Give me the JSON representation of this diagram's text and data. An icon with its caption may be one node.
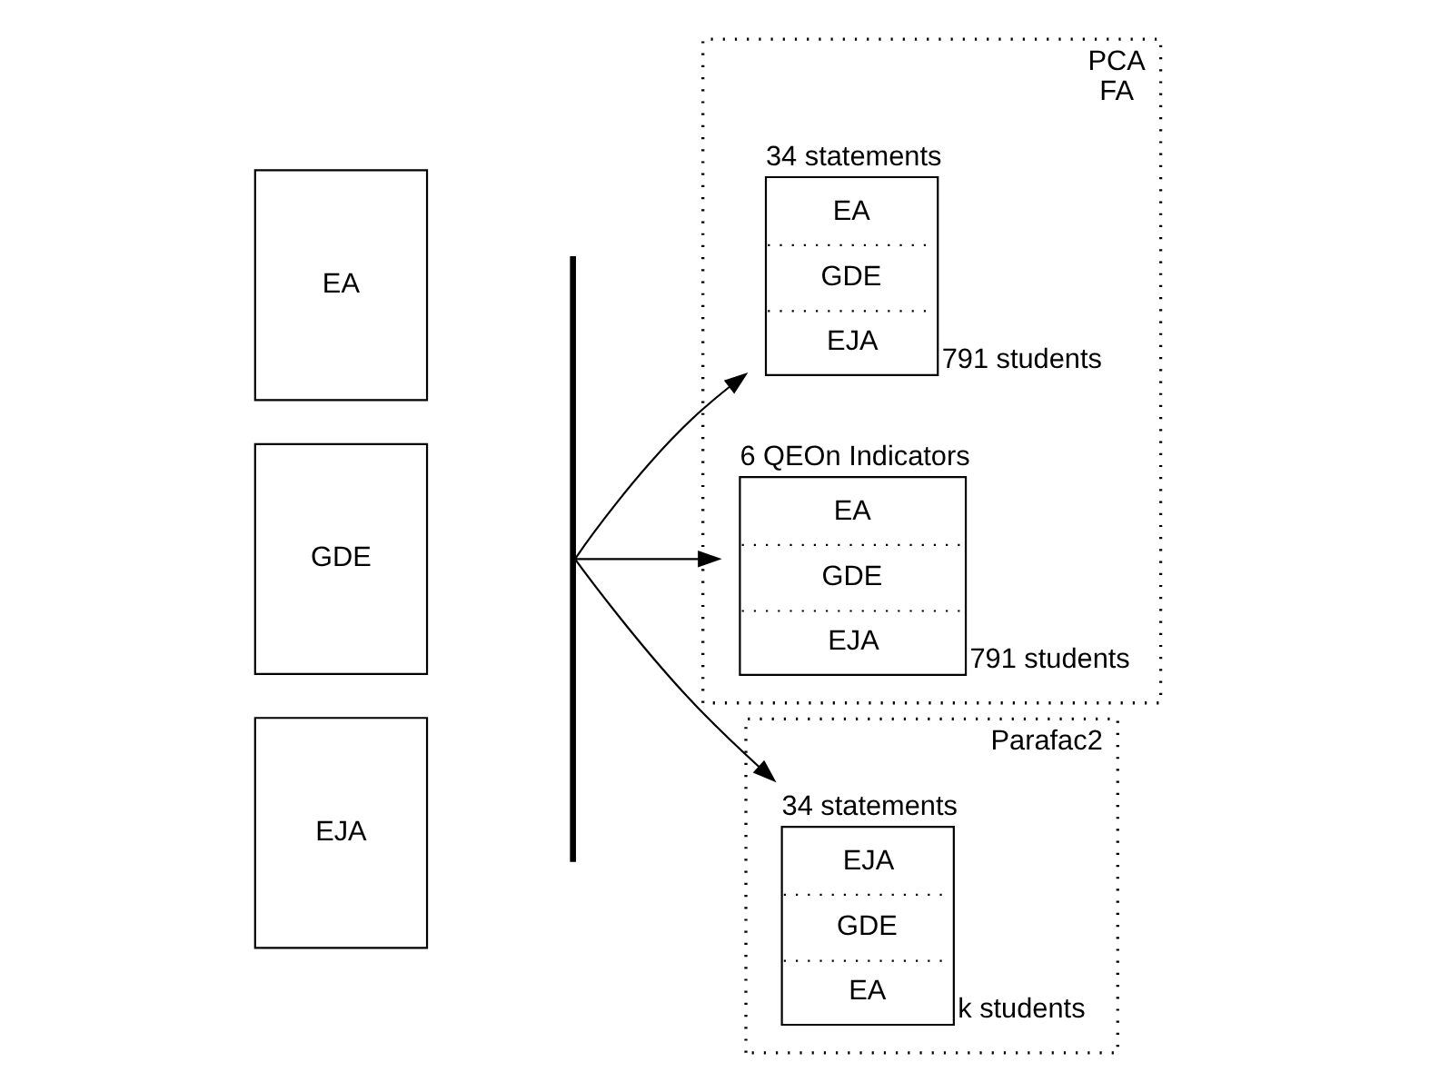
{
  "diagram": {
    "nodes": [
      {
        "text": [
          "EA"
        ]
      },
      {
        "text": [
          "GDE"
        ]
      },
      {
        "text": [
          "EJA"
        ]
      },
      {
        "text": [],
        "shape": "arc"
      },
      {
        "text": [
          "PCA",
          "FA"
        ]
      },
      {
        "text": [
          "34 statements",
          "EA",
          "GDE",
          "EJA"
        ],
        "beside": [
          "791 students"
        ],
        "in": 4
      },
      {
        "text": [
          "6 QEOn Indicators",
          "EA",
          "GDE",
          "EJA"
        ],
        "beside": [
          "791 students"
        ],
        "in": 4
      },
      {
        "text": [
          "Parafac2"
        ]
      },
      {
        "text": [
          "34 statements",
          "EJA",
          "GDE",
          "EA"
        ],
        "beside": [
          "k students"
        ],
        "in": 7
      }
    ],
    "edges": [
      {
        "from": 3,
        "to": 5,
        "arrow": "to"
      },
      {
        "from": 3,
        "to": 6,
        "arrow": "to"
      },
      {
        "from": 3,
        "to": 8,
        "arrow": "to"
      }
    ]
  }
}
